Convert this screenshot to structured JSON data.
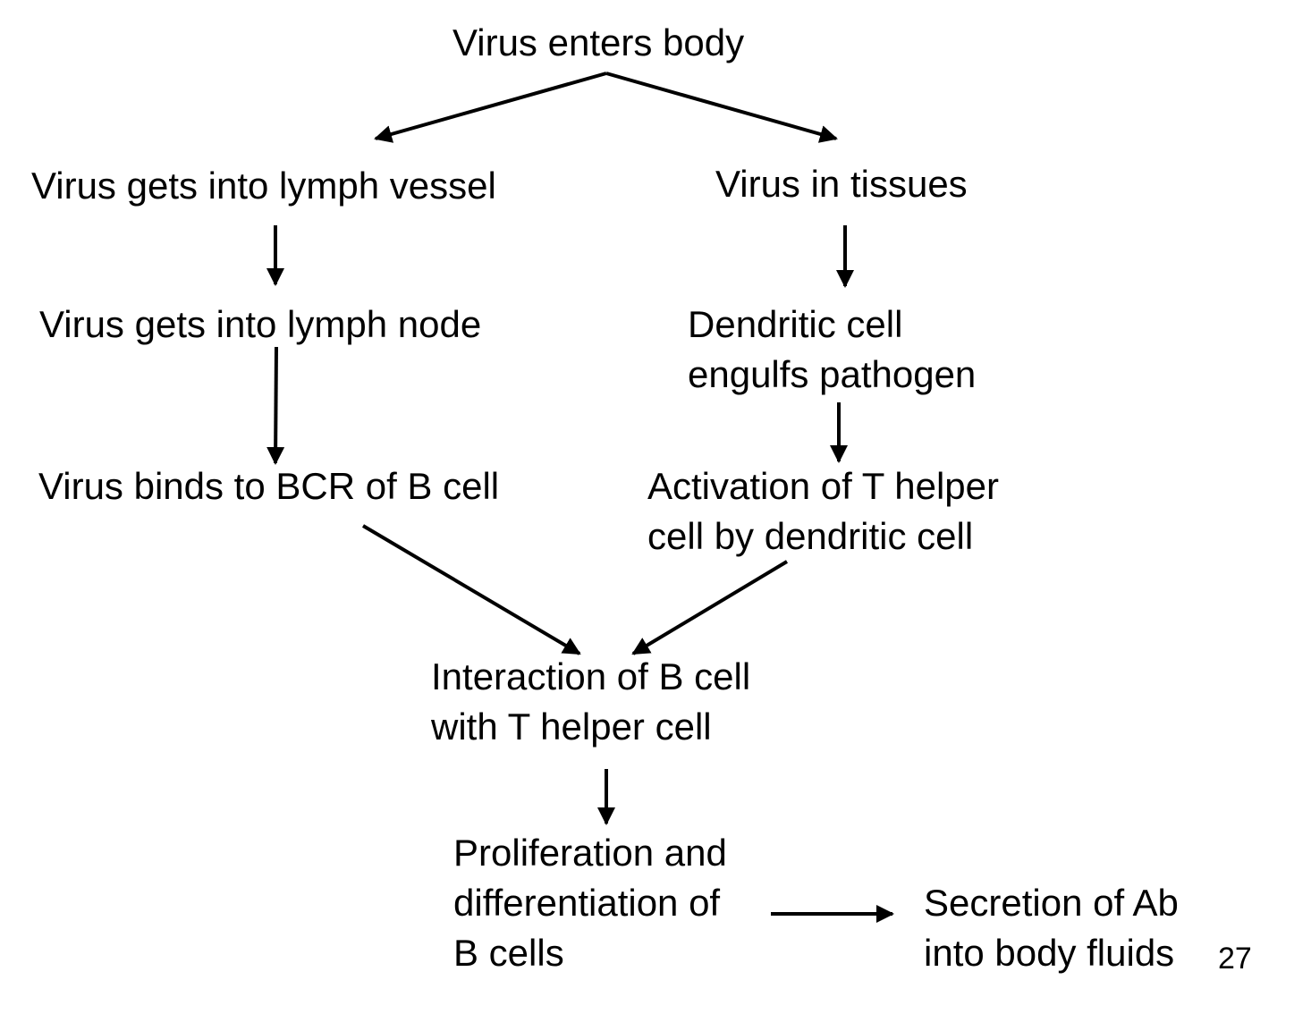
{
  "nodes": {
    "virus_enters": "Virus enters body",
    "lymph_vessel": "Virus gets into lymph vessel",
    "tissues": "Virus in tissues",
    "lymph_node": "Virus gets into lymph node",
    "dendritic_engulfs": [
      "Dendritic cell",
      "engulfs pathogen"
    ],
    "binds_bcr": "Virus binds to BCR of B cell",
    "th_activation": [
      "Activation of T helper",
      "cell by dendritic cell"
    ],
    "interaction": [
      "Interaction of B cell",
      "with T helper cell"
    ],
    "proliferation": [
      "Proliferation and",
      "differentiation of",
      "B cells"
    ],
    "secretion": [
      "Secretion of Ab",
      "into body fluids"
    ]
  },
  "page_number": "27",
  "colors": {
    "text": "#000000",
    "arrow": "#000000",
    "background": "#ffffff"
  }
}
